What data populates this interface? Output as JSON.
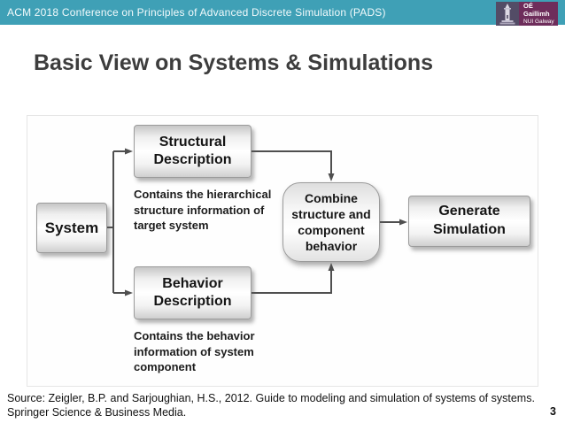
{
  "header": {
    "title": "ACM 2018 Conference on Principles of Advanced Discrete Simulation (PADS)",
    "logo": {
      "org_irish": "OÉ Gaillimh",
      "org_english": "NUI Galway"
    }
  },
  "slide": {
    "title": "Basic View on Systems & Simulations",
    "page_number": "3",
    "source_line1": "Source: Zeigler, B.P. and Sarjoughian, H.S., 2012. Guide to modeling and simulation of systems of systems.",
    "source_line2": "Springer Science & Business Media."
  },
  "diagram": {
    "nodes": {
      "system": "System",
      "structural": "Structural Description",
      "behavior": "Behavior Description",
      "combine": "Combine structure and component behavior",
      "generate": "Generate Simulation"
    },
    "annotations": {
      "structural_note": "Contains the hierarchical structure information of target system",
      "behavior_note": "Contains the behavior information of system component"
    }
  },
  "colors": {
    "header_teal": "#3fa0b6",
    "logo_purple": "#6e2d5b",
    "title_gray": "#3d3d3d",
    "connector_gray": "#4f4f4f",
    "box_text": "#151515"
  }
}
